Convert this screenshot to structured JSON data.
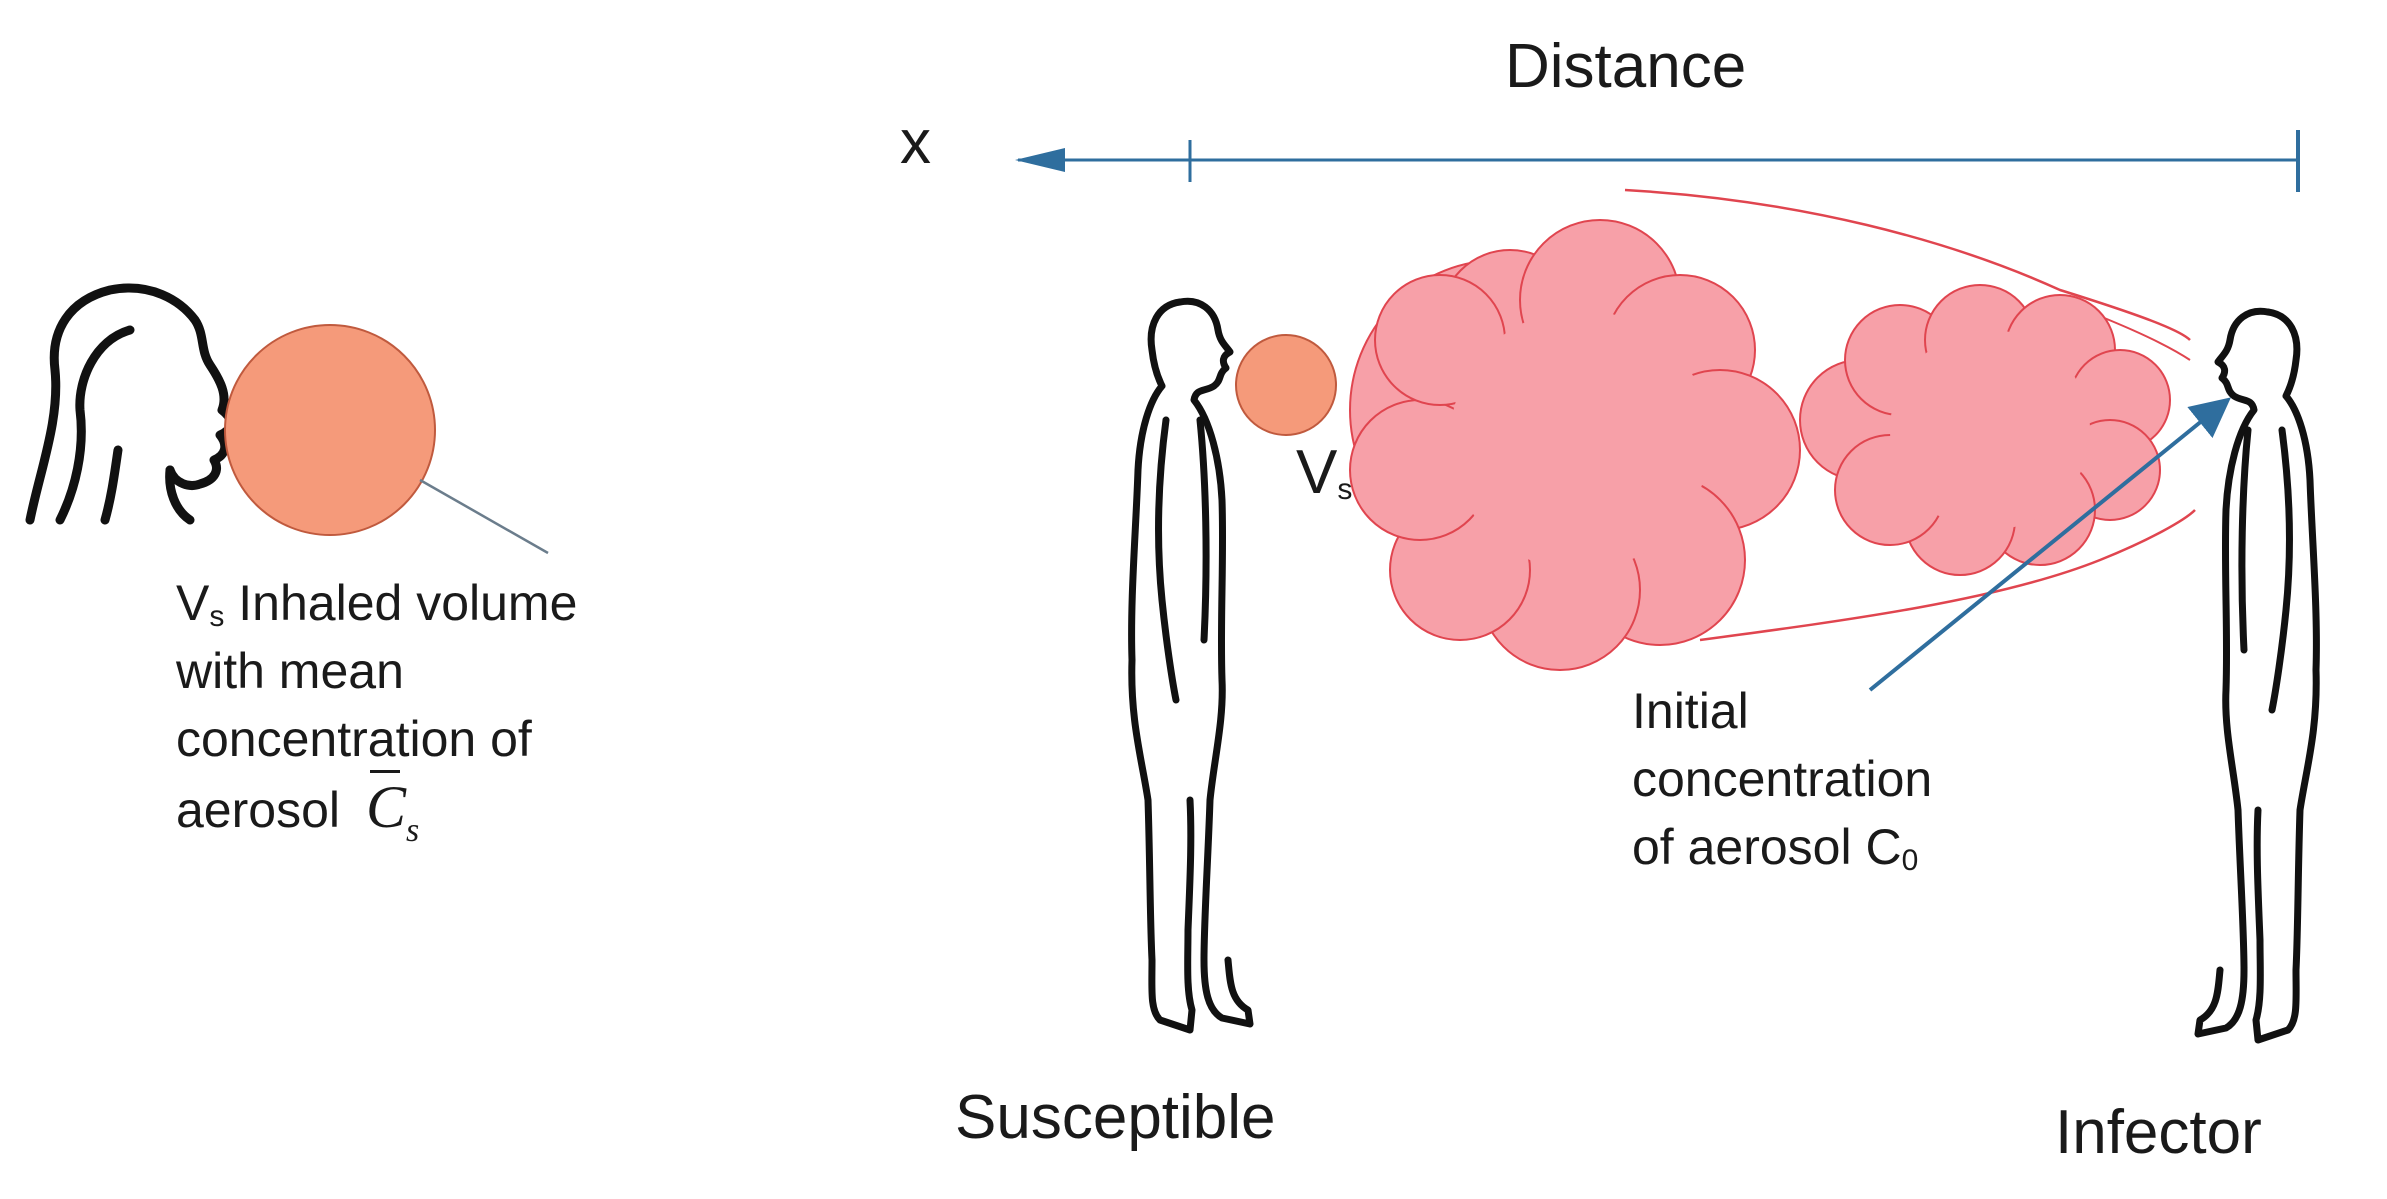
{
  "labels": {
    "distance": "Distance",
    "axis_x": "x",
    "vs_symbol": "V",
    "vs_subscript": "s",
    "inhaled_line1": "Inhaled volume",
    "inhaled_line2": "with mean",
    "inhaled_line3": "concentration of",
    "inhaled_line4": "aerosol",
    "cs_symbol": "C",
    "cs_subscript": "s",
    "initial_line1": "Initial",
    "initial_line2": "concentration",
    "initial_line3": "of aerosol C",
    "c0_subscript": "0",
    "susceptible": "Susceptible",
    "infector": "Infector"
  },
  "colors": {
    "arrow": "#2f6e9e",
    "inhaled_sphere_fill": "#f59a7a",
    "inhaled_sphere_stroke": "#c05a3e",
    "cloud_fill": "#f7a0a8",
    "cloud_stroke": "#e0454f",
    "figure_stroke": "#111111"
  }
}
